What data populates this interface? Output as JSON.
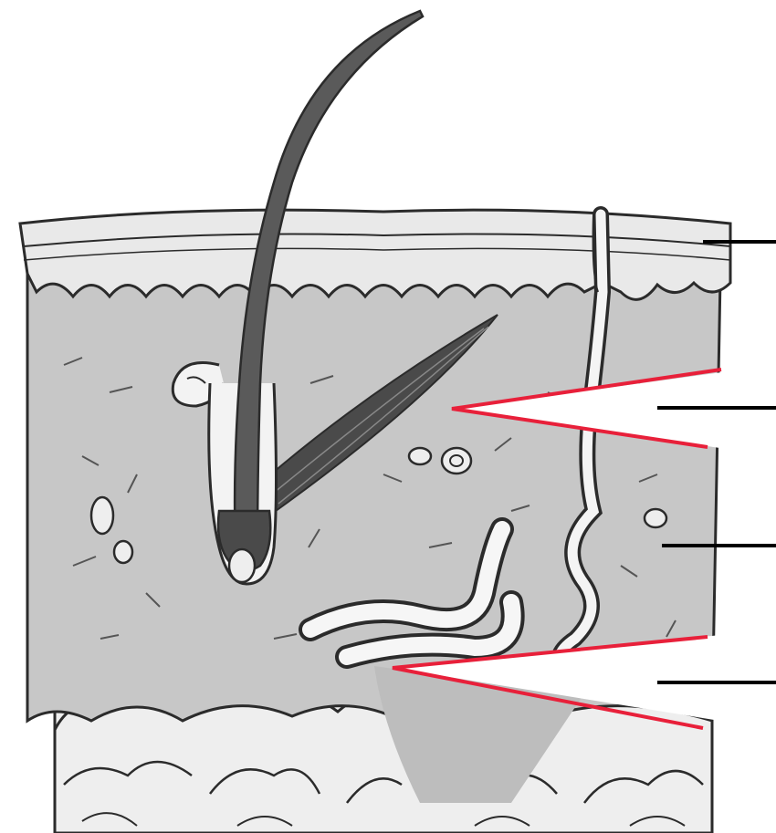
{
  "figure": {
    "kind": "skin cross-section with unlabeled pointer lines",
    "colors": {
      "background": "#ffffff",
      "outline": "#2b2b2b",
      "epidermis": "#e9e9e9",
      "dermis": "#c7c7c7",
      "dermis_dark": "#bdbdbd",
      "fat": "#eeeeee",
      "hair": "#5a5a5a",
      "muscle": "#4a4a4a",
      "pointer": "#000000",
      "wedge": "#e8203a"
    },
    "labels": [
      {
        "id": "label-1",
        "text": ""
      },
      {
        "id": "label-2",
        "text": ""
      },
      {
        "id": "label-3",
        "text": ""
      },
      {
        "id": "label-4",
        "text": ""
      }
    ]
  }
}
